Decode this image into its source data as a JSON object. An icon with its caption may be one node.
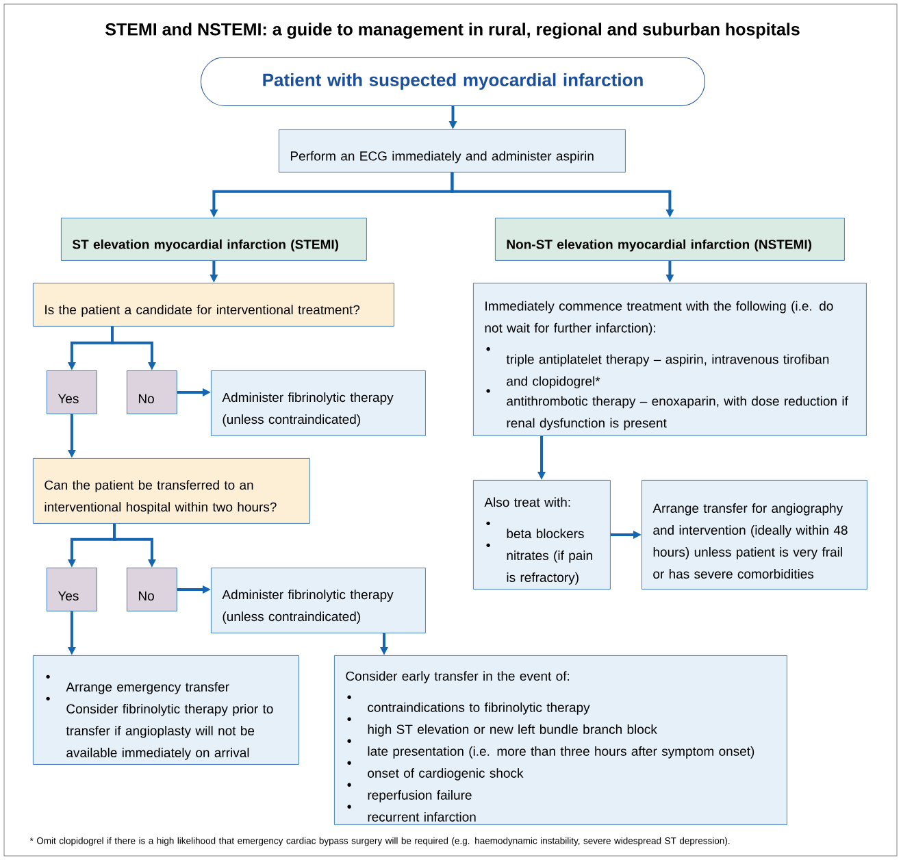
{
  "diagram": {
    "title": "STEMI and NSTEMI: a guide to management in rural, regional and suburban hospitals",
    "nodes": [
      {
        "text": [
          "Patient with suspected myocardial infarction"
        ]
      },
      {
        "text": [
          "Perform an ECG immediately and administer aspirin"
        ]
      },
      {
        "text": [
          "ST elevation myocardial infarction (STEMI)"
        ]
      },
      {
        "text": [
          "Non-ST elevation myocardial infarction (NSTEMI)"
        ]
      },
      {
        "text": [
          "Is the patient a candidate for interventional treatment?"
        ]
      },
      {
        "text": [
          "Yes"
        ]
      },
      {
        "text": [
          "No"
        ]
      },
      {
        "text": [
          "Administer fibrinolytic therapy (unless contraindicated)"
        ]
      },
      {
        "text": [
          "Can the patient be transferred to an interventional hospital within two hours?"
        ]
      },
      {
        "text": [
          "Yes"
        ]
      },
      {
        "text": [
          "No"
        ]
      },
      {
        "text": [
          "Administer fibrinolytic therapy (unless contraindicated)"
        ]
      },
      {
        "text": [
          "Arrange emergency transfer",
          "Consider fibrinolytic therapy prior to transfer if angioplasty will not be available immediately on arrival"
        ]
      },
      {
        "text": [
          "Consider early transfer in the event of:",
          "contraindications to fibrinolytic therapy",
          "high ST elevation or new left bundle branch block",
          "late presentation (i.e. more than three hours after symptom onset)",
          "onset of cardiogenic shock",
          "reperfusion failure",
          "recurrent infarction"
        ]
      },
      {
        "text": [
          "Immediately commence treatment with the following (i.e. do not wait for further infarction):",
          "triple antiplatelet therapy – aspirin, intravenous tirofiban and clopidogrel*",
          "antithrombotic therapy – enoxaparin, with dose reduction if renal dysfunction is present"
        ]
      },
      {
        "text": [
          "Also treat with:",
          "beta blockers",
          "nitrates (if pain is refractory)"
        ]
      },
      {
        "text": [
          "Arrange transfer for angiography and intervention (ideally within 48 hours) unless patient is very frail or has severe comorbidities"
        ]
      }
    ],
    "edges": [
      {
        "from": 0,
        "to": 1,
        "arrow": "to"
      },
      {
        "from": 1,
        "to": 2,
        "arrow": "to"
      },
      {
        "from": 1,
        "to": 3,
        "arrow": "to"
      },
      {
        "from": 2,
        "to": 4,
        "arrow": "to"
      },
      {
        "from": 4,
        "to": 5,
        "arrow": "to"
      },
      {
        "from": 4,
        "to": 6,
        "arrow": "to"
      },
      {
        "from": 6,
        "to": 7,
        "arrow": "to"
      },
      {
        "from": 5,
        "to": 8,
        "arrow": "to"
      },
      {
        "from": 8,
        "to": 9,
        "arrow": "to"
      },
      {
        "from": 8,
        "to": 10,
        "arrow": "to"
      },
      {
        "from": 10,
        "to": 11,
        "arrow": "to"
      },
      {
        "from": 9,
        "to": 12,
        "arrow": "to"
      },
      {
        "from": 11,
        "to": 13,
        "arrow": "to"
      },
      {
        "from": 3,
        "to": 14,
        "arrow": "to"
      },
      {
        "from": 14,
        "to": 15,
        "arrow": "to"
      },
      {
        "from": 15,
        "to": 16,
        "arrow": "to"
      }
    ],
    "labels": [
      "* Omit clopidogrel if there is a high likelihood that emergency cardiac bypass surgery will be required (e.g. haemodynamic instability, severe widespread ST depression)."
    ]
  }
}
